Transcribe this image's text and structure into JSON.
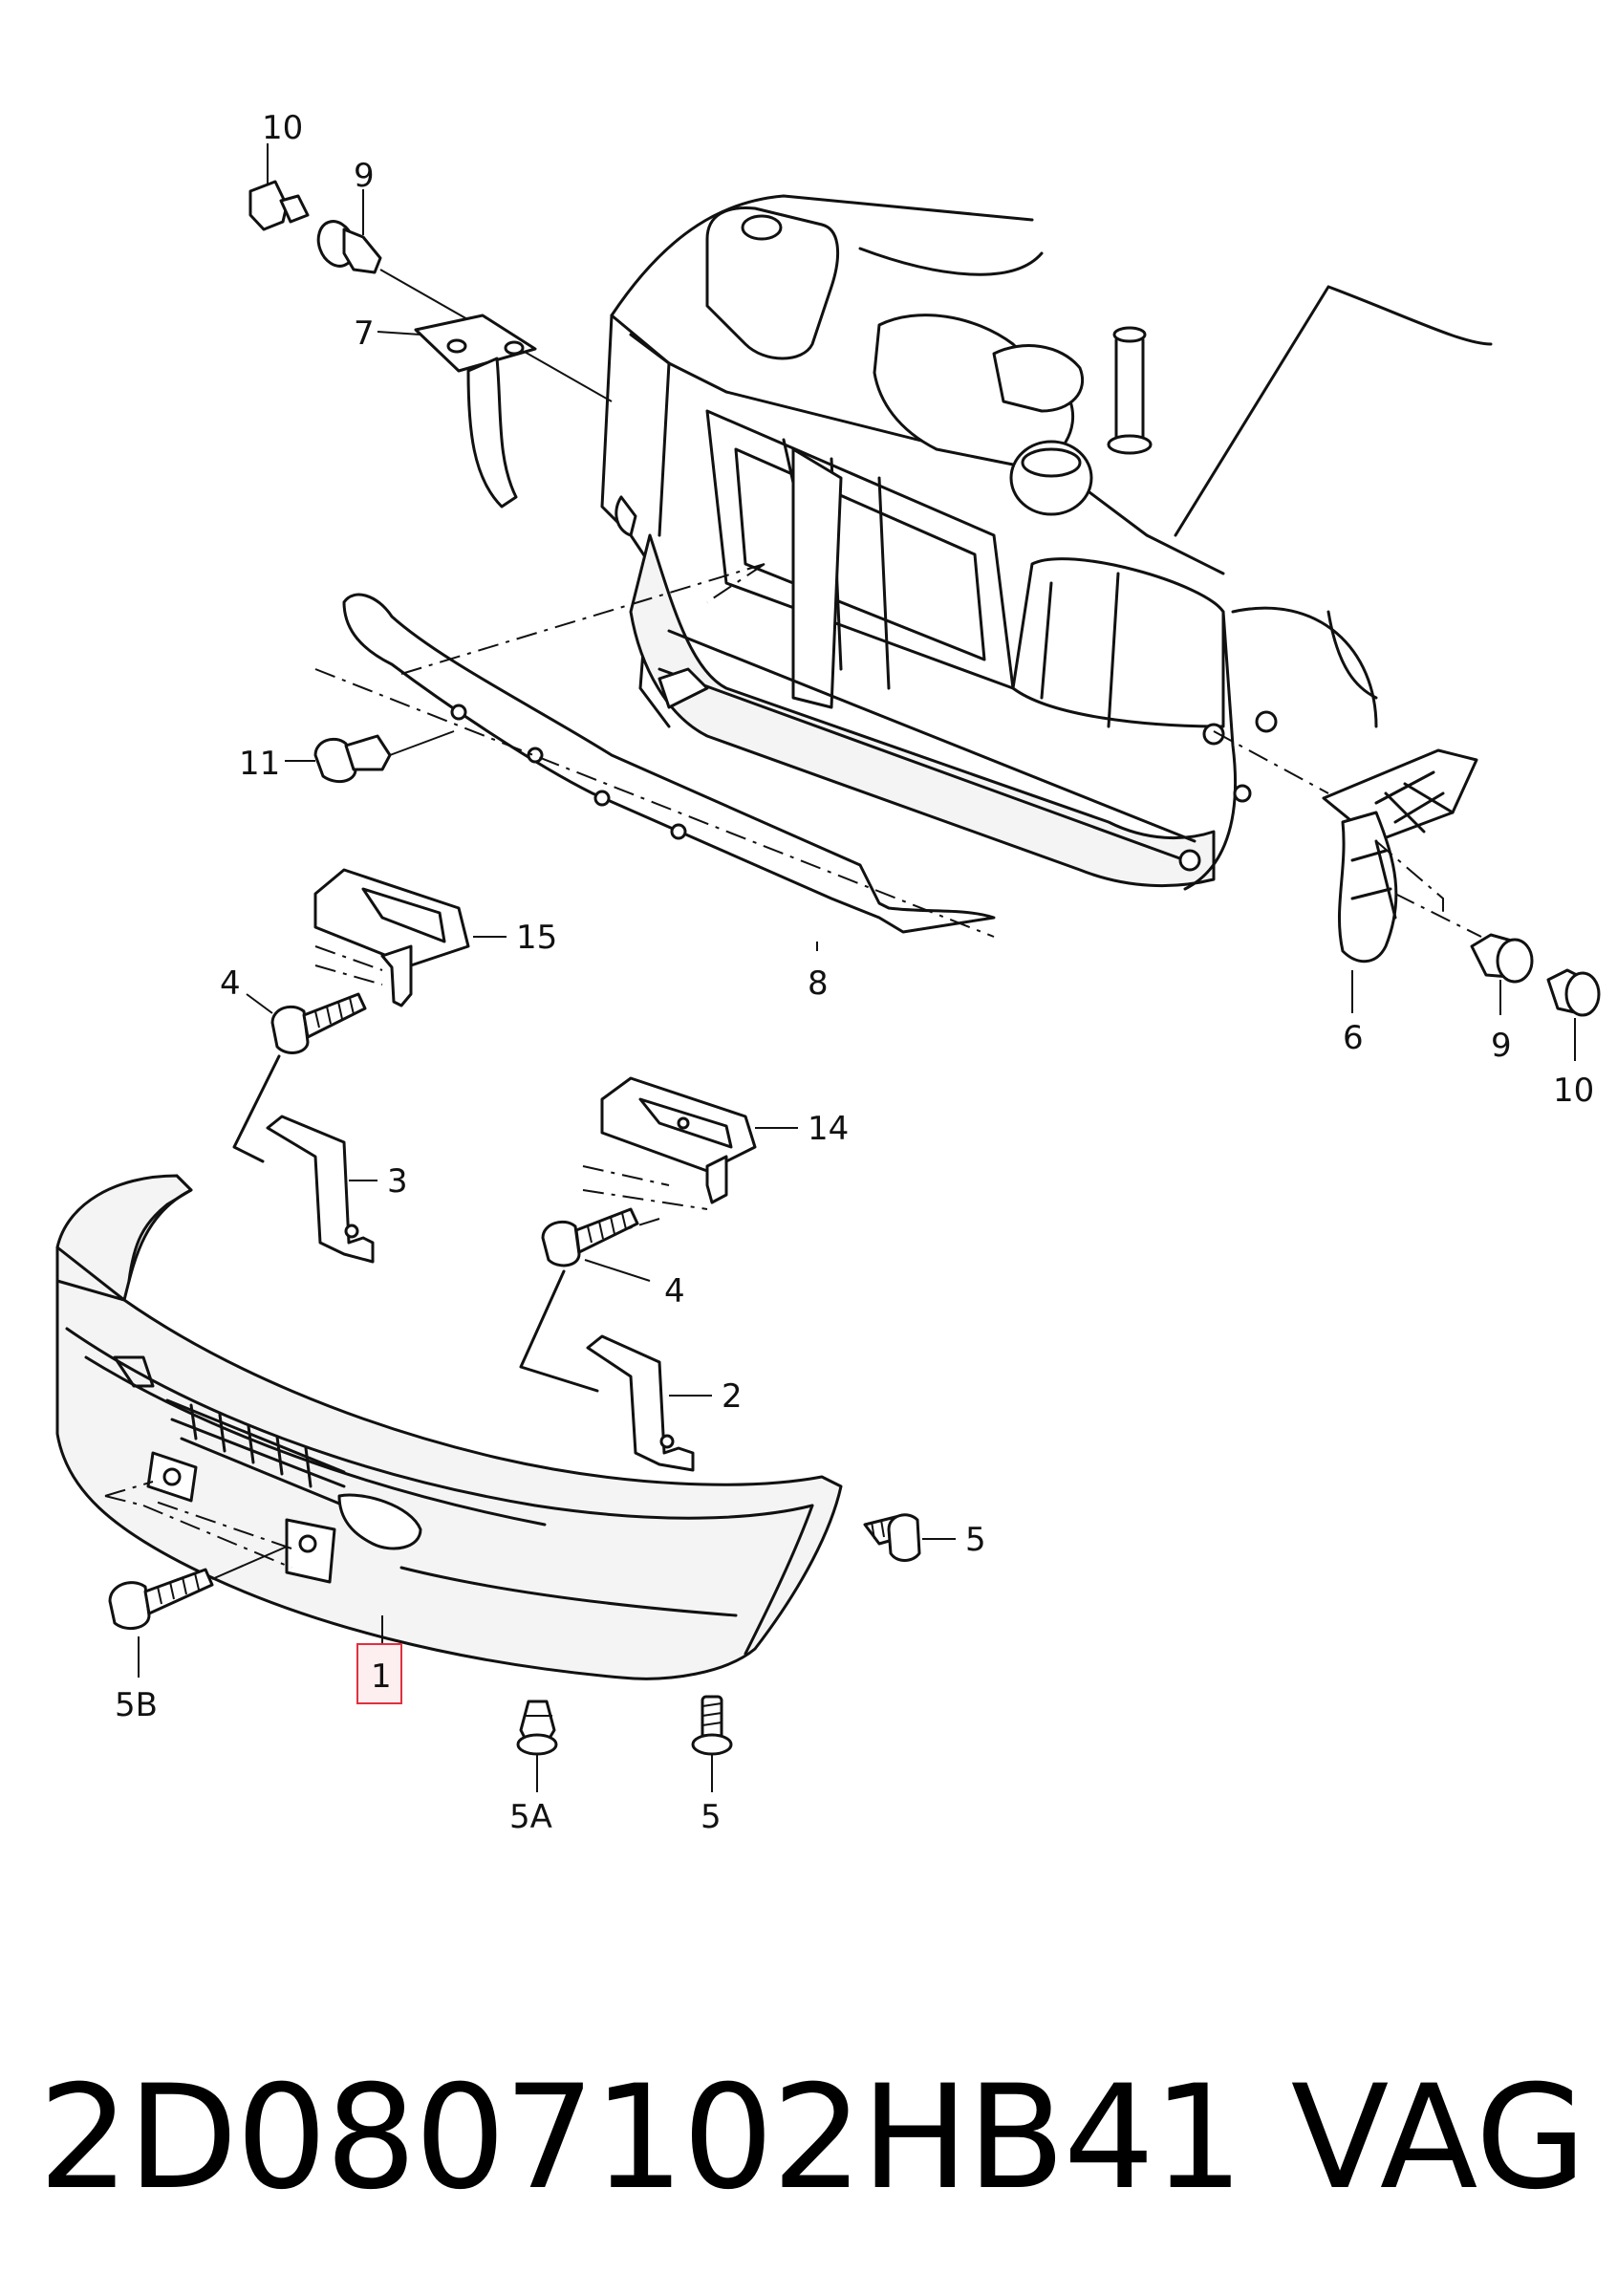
{
  "callouts": {
    "c10_top": "10",
    "c9_top": "9",
    "c7": "7",
    "c11": "11",
    "c15": "15",
    "c8": "8",
    "c4_left": "4",
    "c6": "6",
    "c9_right": "9",
    "c10_right": "10",
    "c14": "14",
    "c3": "3",
    "c4_mid": "4",
    "c2": "2",
    "c5_right": "5",
    "c1": "1",
    "c5B": "5B",
    "c5A": "5A",
    "c5_bottom": "5"
  },
  "highlight": {
    "part": "1",
    "color": "#e0303f"
  },
  "footer": {
    "part_number": "2D0807102HB41",
    "brand": "VAG"
  }
}
